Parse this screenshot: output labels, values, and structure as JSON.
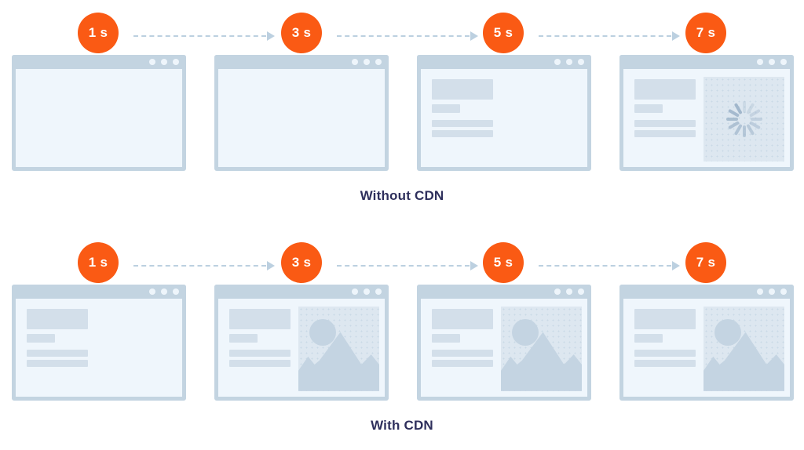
{
  "colors": {
    "background": "#ffffff",
    "badge": "#fa5a14",
    "badge_text": "#ffffff",
    "arrow": "#bcd0e0",
    "window_frame": "#c3d4e1",
    "window_viewport": "#eff6fc",
    "placeholder_bar": "#d3dfea",
    "image_placeholder": "#d5e1ec",
    "spinner": "#9db4c9",
    "caption_text": "#2e2f5c"
  },
  "rows": [
    {
      "id": "without-cdn",
      "caption": "Without CDN",
      "timeline": {
        "badges": [
          {
            "label": "1 s"
          },
          {
            "label": "3 s"
          },
          {
            "label": "5 s"
          },
          {
            "label": "7 s"
          }
        ],
        "arrows": [
          {
            "name": "arrow-1s-to-3s"
          },
          {
            "name": "arrow-3s-to-5s"
          },
          {
            "name": "arrow-5s-to-7s"
          }
        ]
      },
      "windows": [
        {
          "state": "empty",
          "has_text": false,
          "has_image": false,
          "image_state": "none"
        },
        {
          "state": "empty",
          "has_text": false,
          "has_image": false,
          "image_state": "none"
        },
        {
          "state": "text-only",
          "has_text": true,
          "has_image": false,
          "image_state": "none"
        },
        {
          "state": "loading",
          "has_text": true,
          "has_image": true,
          "image_state": "spinner"
        }
      ]
    },
    {
      "id": "with-cdn",
      "caption": "With CDN",
      "timeline": {
        "badges": [
          {
            "label": "1 s"
          },
          {
            "label": "3 s"
          },
          {
            "label": "5 s"
          },
          {
            "label": "7 s"
          }
        ],
        "arrows": [
          {
            "name": "arrow-1s-to-3s"
          },
          {
            "name": "arrow-3s-to-5s"
          },
          {
            "name": "arrow-5s-to-7s"
          }
        ]
      },
      "windows": [
        {
          "state": "text-only",
          "has_text": true,
          "has_image": false,
          "image_state": "none"
        },
        {
          "state": "loaded",
          "has_text": true,
          "has_image": true,
          "image_state": "loaded"
        },
        {
          "state": "loaded",
          "has_text": true,
          "has_image": true,
          "image_state": "loaded"
        },
        {
          "state": "loaded",
          "has_text": true,
          "has_image": true,
          "image_state": "loaded"
        }
      ]
    }
  ],
  "window_chrome": {
    "dot_count": 3,
    "dot_icon": "window-control-dot"
  },
  "artwork": {
    "sun_icon": "sun-circle",
    "mountain_icon": "mountain-range",
    "spinner_icon": "loading-spinner",
    "spinner_spokes": 12
  }
}
